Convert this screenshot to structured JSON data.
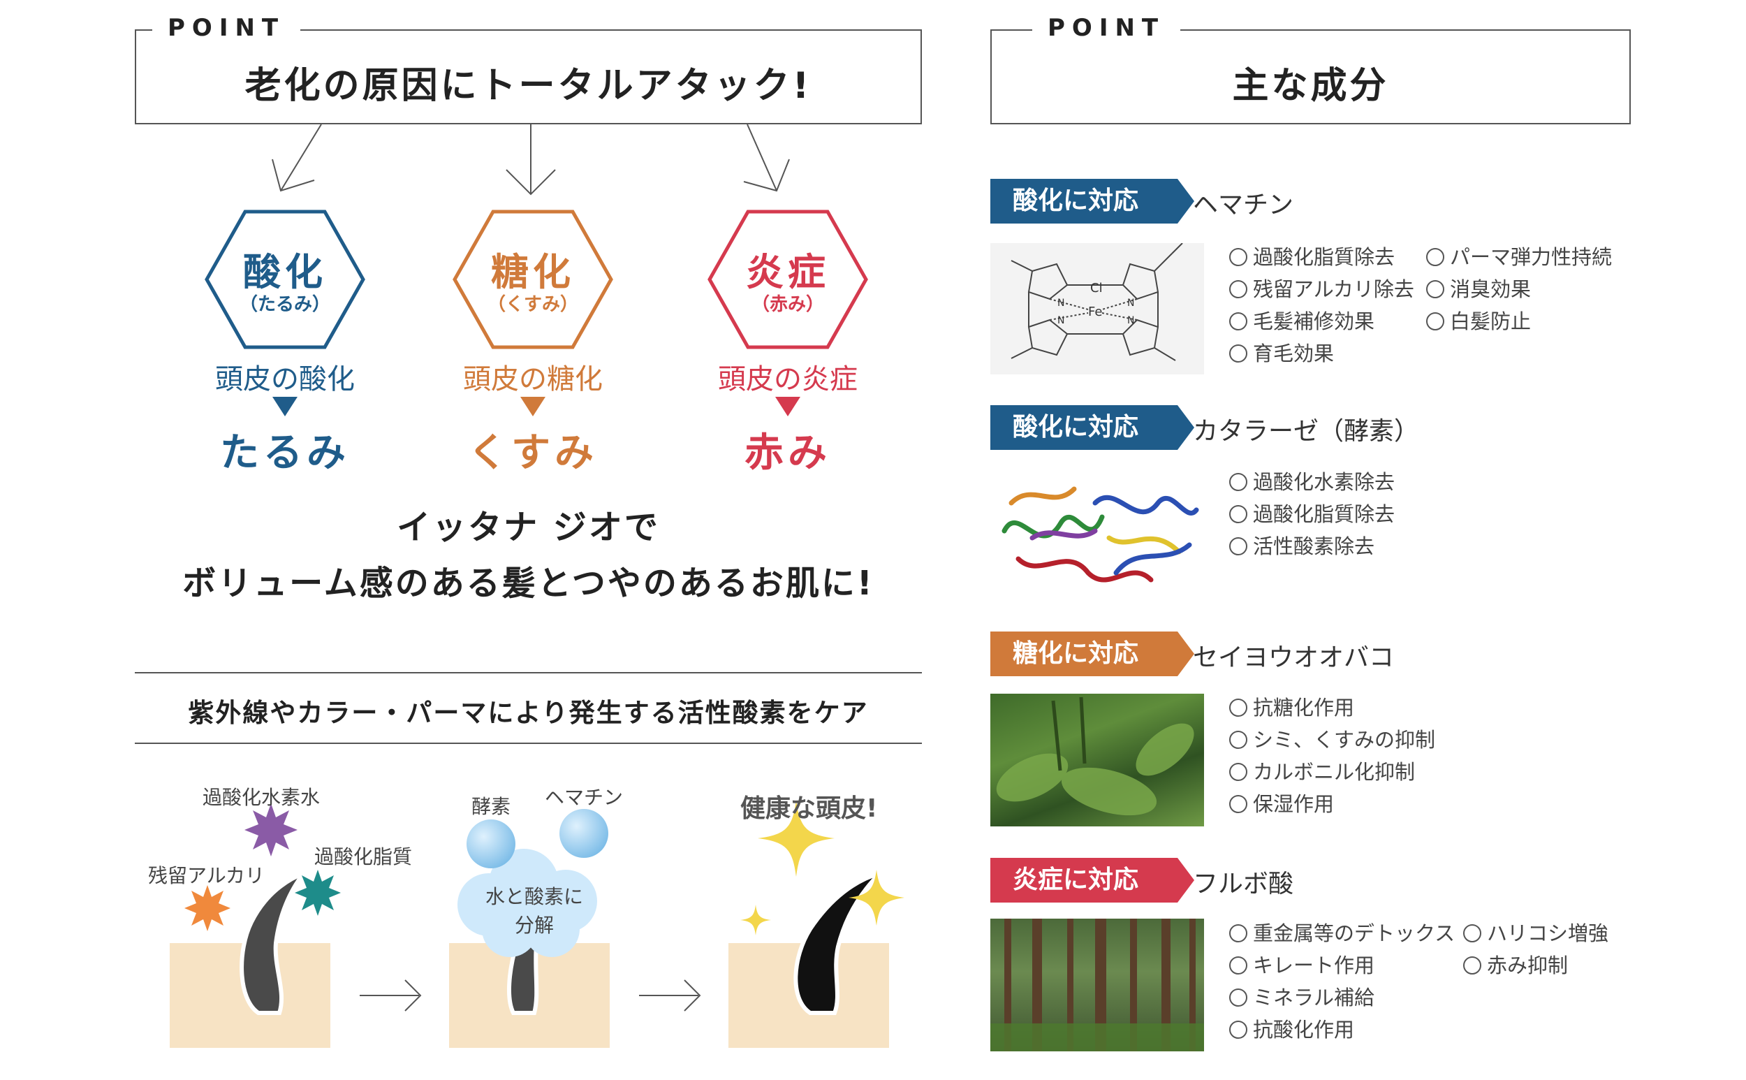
{
  "left_point": {
    "label": "POINT",
    "title": "老化の原因にトータルアタック!",
    "items": [
      {
        "main": "酸化",
        "sub": "（たるみ）",
        "line1": "頭皮の酸化",
        "line2": "たるみ",
        "color": "#1f5c8a"
      },
      {
        "main": "糖化",
        "sub": "（くすみ）",
        "line1": "頭皮の糖化",
        "line2": "くすみ",
        "color": "#d07a3a"
      },
      {
        "main": "炎症",
        "sub": "（赤み）",
        "line1": "頭皮の炎症",
        "line2": "赤み",
        "color": "#d53a4e"
      }
    ],
    "slogan_line1": "イッタナ ジオで",
    "slogan_line2": "ボリューム感のある髪とつやのあるお肌に!"
  },
  "uv_section": {
    "heading": "紫外線やカラー・パーマにより発生する活性酸素をケア",
    "label_h2o2": "過酸化水素水",
    "label_lipid": "過酸化脂質",
    "label_alkali": "残留アルカリ",
    "label_enzyme": "酵素",
    "label_hematin": "ヘマチン",
    "cloud_text_1": "水と酸素に",
    "cloud_text_2": "分解",
    "healthy": "健康な頭皮!",
    "colors": {
      "purple": "#8a5ba6",
      "teal": "#1e8c8a",
      "orange": "#f0893c",
      "blue": "#88c6ee",
      "gold": "#f3d64b"
    }
  },
  "right_point": {
    "label": "POINT",
    "title": "主な成分",
    "ingredients": [
      {
        "tag": "酸化に対応",
        "tag_color": "#1f5c8a",
        "name": "ヘマチン",
        "col1": [
          "過酸化脂質除去",
          "残留アルカリ除去",
          "毛髪補修効果",
          "育毛効果"
        ],
        "col2": [
          "パーマ弾力性持続",
          "消臭効果",
          "白髪防止"
        ]
      },
      {
        "tag": "酸化に対応",
        "tag_color": "#1f5c8a",
        "name": "カタラーゼ（酵素）",
        "col1": [
          "過酸化水素除去",
          "過酸化脂質除去",
          "活性酸素除去"
        ],
        "col2": []
      },
      {
        "tag": "糖化に対応",
        "tag_color": "#d07a3a",
        "name": "セイヨウオオバコ",
        "col1": [
          "抗糖化作用",
          "シミ、くすみの抑制",
          "カルボニル化抑制",
          "保湿作用"
        ],
        "col2": []
      },
      {
        "tag": "炎症に対応",
        "tag_color": "#d53a4e",
        "name": "フルボ酸",
        "col1": [
          "重金属等のデトックス",
          "キレート作用",
          "ミネラル補給",
          "抗酸化作用"
        ],
        "col2": [
          "ハリコシ増強",
          "赤み抑制"
        ]
      }
    ],
    "hematin_atoms": {
      "cl": "Cl",
      "fe": "Fe",
      "n": "N"
    }
  }
}
